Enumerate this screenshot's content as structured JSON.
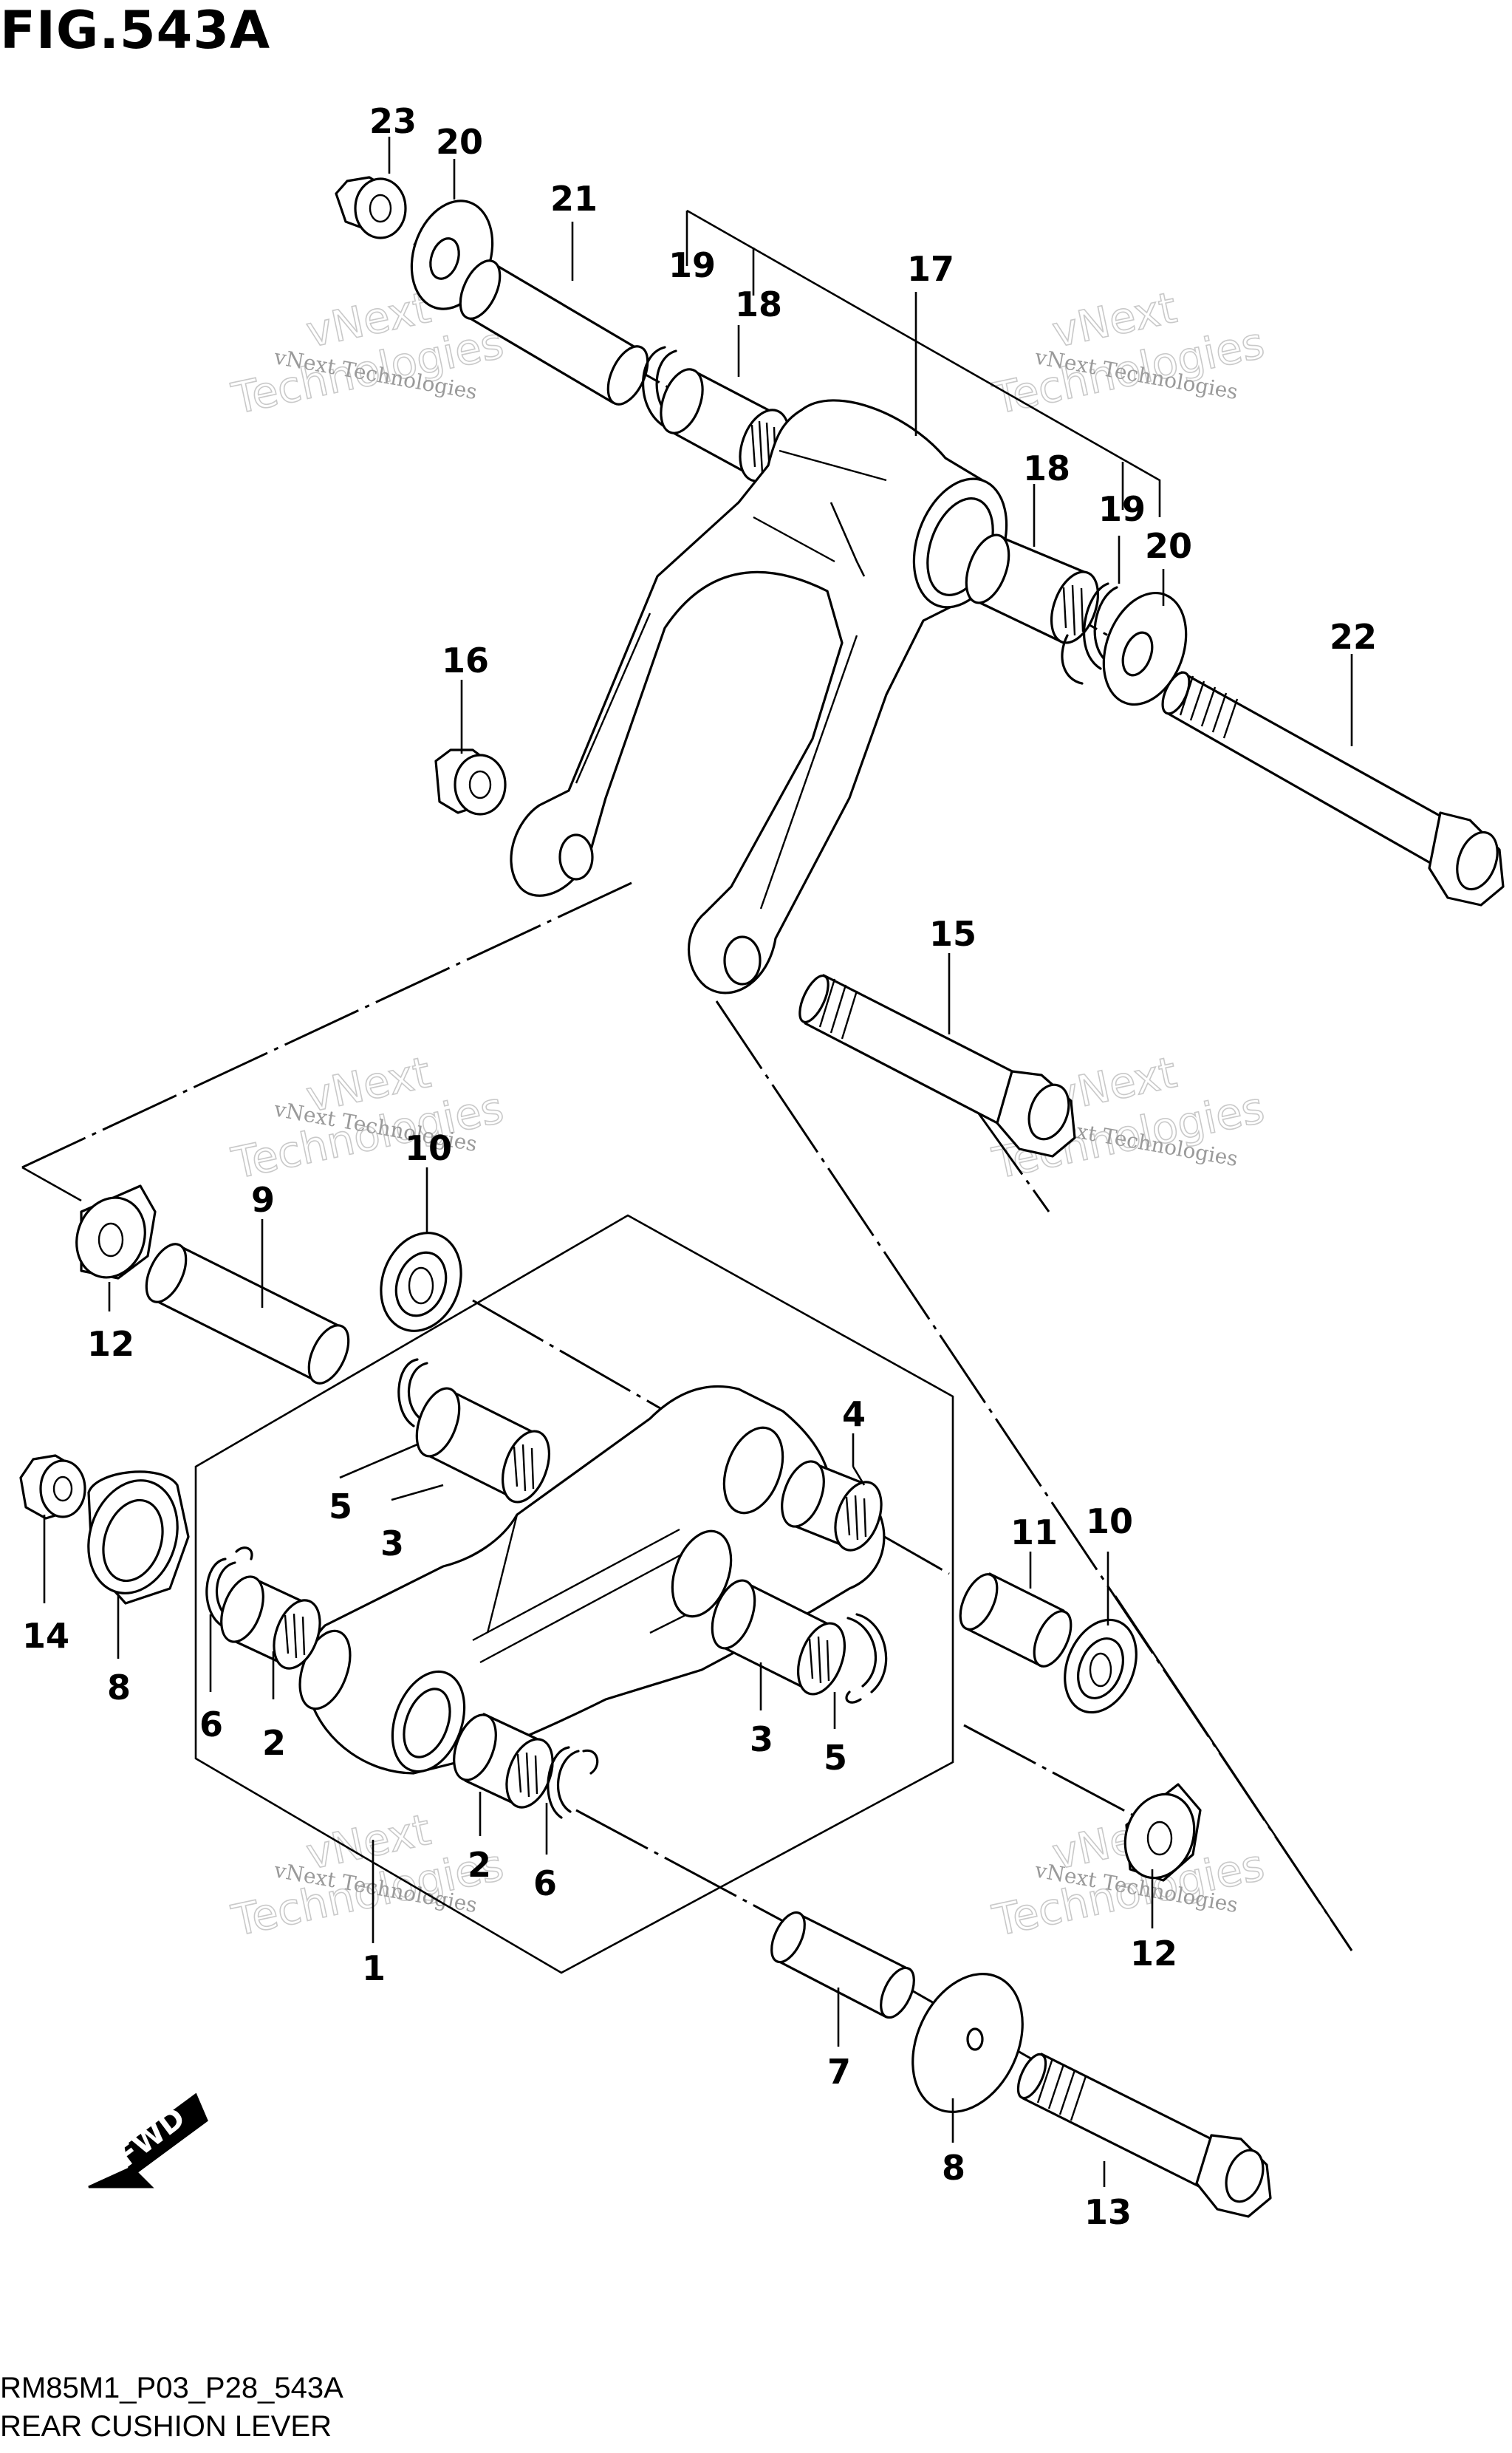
{
  "figure_title": "FIG.543A",
  "footer": {
    "code": "RM85M1_P03_P28_543A",
    "name": "REAR CUSHION LEVER"
  },
  "watermark": {
    "small": "vNext Technologies",
    "large_line1": "vNext",
    "large_line2": "Technologies"
  },
  "fwd_label": "FWD",
  "callouts": {
    "c1": "1",
    "c2a": "2",
    "c2b": "2",
    "c3a": "3",
    "c3b": "3",
    "c4": "4",
    "c5a": "5",
    "c5b": "5",
    "c6a": "6",
    "c6b": "6",
    "c7": "7",
    "c8a": "8",
    "c8b": "8",
    "c9": "9",
    "c10a": "10",
    "c10b": "10",
    "c11": "11",
    "c12a": "12",
    "c12b": "12",
    "c13": "13",
    "c14": "14",
    "c15": "15",
    "c16": "16",
    "c17": "17",
    "c18a": "18",
    "c18b": "18",
    "c19a": "19",
    "c19b": "19",
    "c20a": "20",
    "c20b": "20",
    "c21": "21",
    "c22": "22",
    "c23": "23"
  }
}
